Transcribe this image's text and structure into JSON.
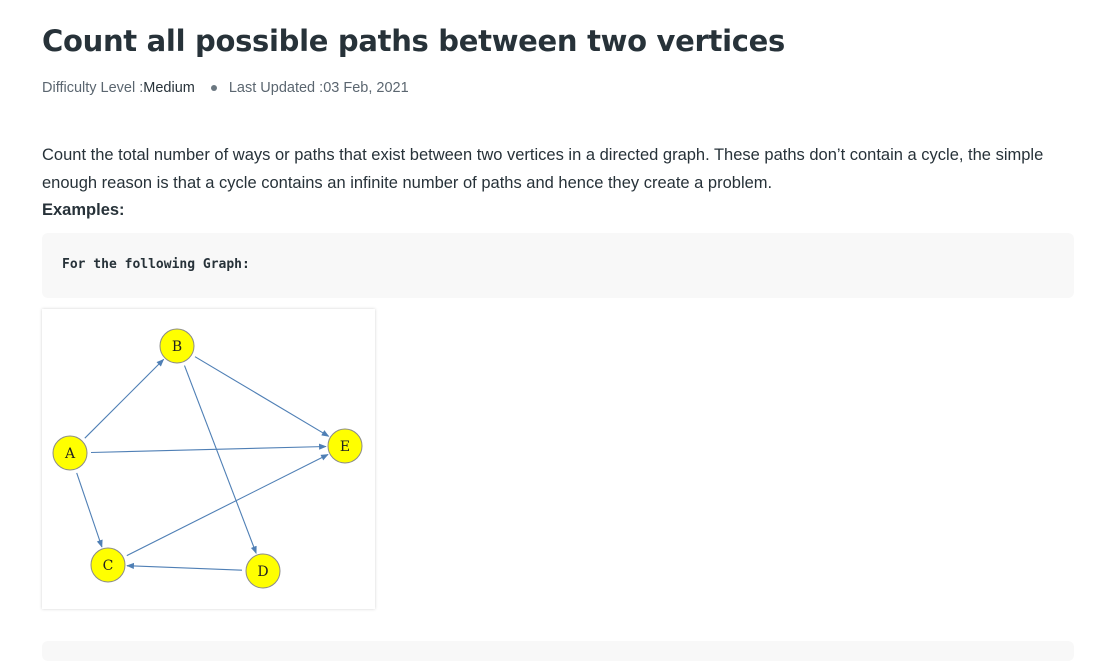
{
  "article": {
    "title": "Count all possible paths between two vertices",
    "meta": {
      "difficulty_label": "Difficulty Level : ",
      "difficulty_value": "Medium",
      "updated_label": "Last Updated : ",
      "updated_value": "03 Feb, 2021"
    },
    "intro": "Count the total number of ways or paths that exist between two vertices in a directed graph. These paths don’t contain a cycle, the simple enough reason is that a cycle contains an infinite number of paths and hence they create a problem.",
    "examples_label": "Examples:",
    "code": "For the following Graph:"
  },
  "graph": {
    "node_fill": "#ffff00",
    "node_stroke": "#8a8a8a",
    "edge_color": "#4f7fb5",
    "nodes": [
      {
        "id": "A",
        "label": "A"
      },
      {
        "id": "B",
        "label": "B"
      },
      {
        "id": "C",
        "label": "C"
      },
      {
        "id": "D",
        "label": "D"
      },
      {
        "id": "E",
        "label": "E"
      }
    ],
    "edges": [
      {
        "from": "A",
        "to": "B"
      },
      {
        "from": "A",
        "to": "E"
      },
      {
        "from": "A",
        "to": "C"
      },
      {
        "from": "B",
        "to": "E"
      },
      {
        "from": "B",
        "to": "D"
      },
      {
        "from": "C",
        "to": "E"
      },
      {
        "from": "D",
        "to": "C"
      }
    ]
  }
}
